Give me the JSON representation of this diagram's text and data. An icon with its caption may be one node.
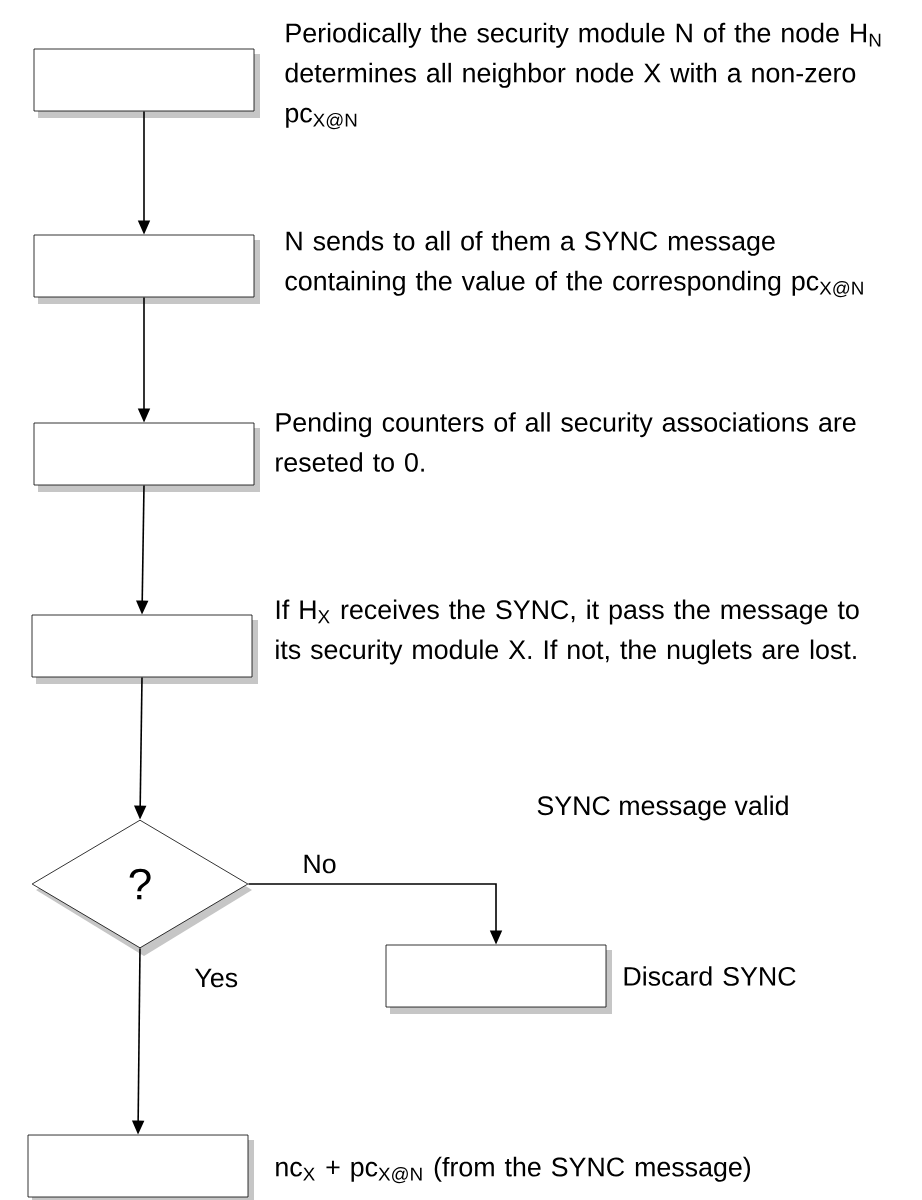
{
  "diagram": {
    "nodes": [
      {
        "text": [],
        "shape": "box",
        "beside": [
          "Periodically the security module N of the node H$_{N}$ determines all neighbor node X with a non-zero pc$_{X@N}$"
        ]
      },
      {
        "text": [],
        "shape": "box",
        "beside": [
          "N sends to all of them a SYNC message containing the value of the corresponding pc$_{X@N}$"
        ]
      },
      {
        "text": [],
        "shape": "box",
        "beside": [
          "Pending counters of all security associations are reseted to 0."
        ]
      },
      {
        "text": [],
        "shape": "box",
        "beside": [
          "If H$_{X}$ receives the SYNC, it pass the message to its security module X. If not, the nuglets are lost."
        ]
      },
      {
        "text": [
          "?"
        ]
      },
      {
        "text": [],
        "shape": "box",
        "beside": [
          "Discard SYNC"
        ]
      },
      {
        "text": [],
        "shape": "box",
        "beside": [
          "nc$_{X}$ + pc$_{X@N}$ (from the SYNC message)"
        ]
      }
    ],
    "edges": [
      {
        "from": 0,
        "to": 1,
        "arrow": "to"
      },
      {
        "from": 1,
        "to": 2,
        "arrow": "to"
      },
      {
        "from": 2,
        "to": 3,
        "arrow": "to"
      },
      {
        "from": 3,
        "to": 4,
        "arrow": "to"
      },
      {
        "from": 4,
        "to": 5,
        "arrow": "to",
        "label": "No"
      },
      {
        "from": 4,
        "to": 6,
        "arrow": "to",
        "label": "Yes"
      }
    ],
    "labels": [
      "SYNC message valid"
    ]
  }
}
